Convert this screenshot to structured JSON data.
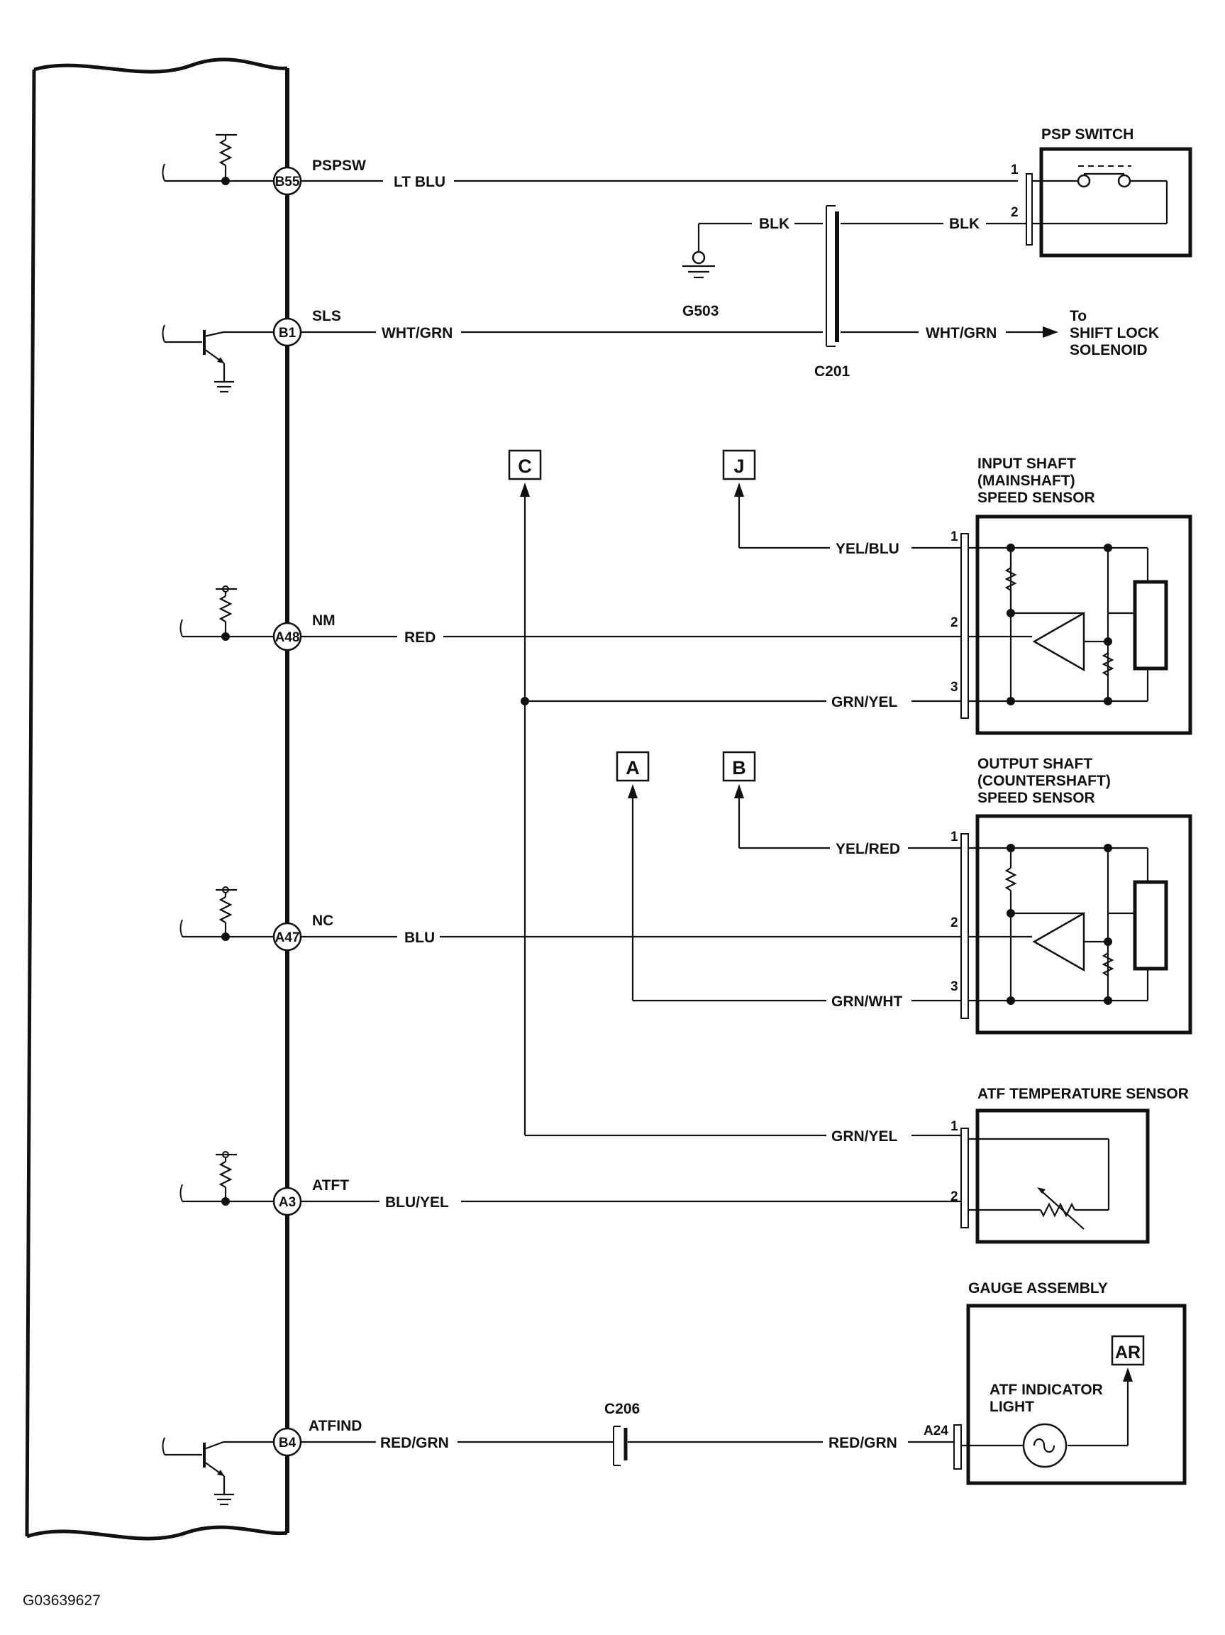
{
  "pcm_pins": [
    {
      "id": "B55",
      "signal": "PSPSW"
    },
    {
      "id": "B1",
      "signal": "SLS"
    },
    {
      "id": "A48",
      "signal": "NM"
    },
    {
      "id": "A47",
      "signal": "NC"
    },
    {
      "id": "A3",
      "signal": "ATFT"
    },
    {
      "id": "B4",
      "signal": "ATFIND"
    }
  ],
  "wires": {
    "lt_blu": "LT BLU",
    "blk_left": "BLK",
    "blk_right": "BLK",
    "wht_grn_left": "WHT/GRN",
    "wht_grn_right": "WHT/GRN",
    "red": "RED",
    "yel_blu": "YEL/BLU",
    "grn_yel_input": "GRN/YEL",
    "yel_red": "YEL/RED",
    "blu": "BLU",
    "grn_wht": "GRN/WHT",
    "grn_yel_atf": "GRN/YEL",
    "blu_yel": "BLU/YEL",
    "red_grn_left": "RED/GRN",
    "red_grn_right": "RED/GRN"
  },
  "components": {
    "psp_switch": "PSP SWITCH",
    "input_sensor": [
      "INPUT SHAFT",
      "(MAINSHAFT)",
      "SPEED SENSOR"
    ],
    "output_sensor": [
      "OUTPUT SHAFT",
      "(COUNTERSHAFT)",
      "SPEED SENSOR"
    ],
    "atf_temp_sensor": "ATF TEMPERATURE SENSOR",
    "gauge_assembly": "GAUGE ASSEMBLY",
    "atf_indicator": [
      "ATF INDICATOR",
      "LIGHT"
    ]
  },
  "connectors": {
    "c201": "C201",
    "c206": "C206",
    "g503": "G503",
    "a24": "A24"
  },
  "references": {
    "c": "C",
    "j": "J",
    "a": "A",
    "b": "B",
    "ar": "AR"
  },
  "shift_lock": [
    "To",
    "SHIFT LOCK",
    "SOLENOID"
  ],
  "pin_numbers": {
    "one": "1",
    "two": "2",
    "three": "3"
  },
  "figure_id": "G03639627"
}
